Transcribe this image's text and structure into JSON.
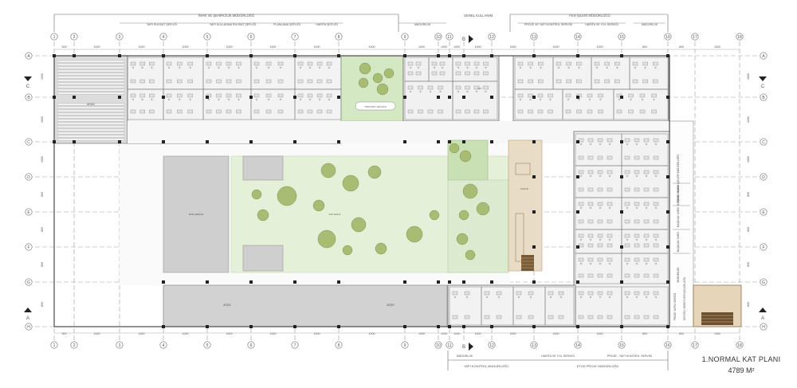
{
  "plan": {
    "title": "1.NORMAL KAT PLANI",
    "area": "4789 M²",
    "columns": [
      "1",
      "2",
      "3",
      "4",
      "5",
      "6",
      "7",
      "8",
      "9",
      "10",
      "11",
      "B",
      "12",
      "13",
      "14",
      "15",
      "16",
      "17",
      "18"
    ],
    "rows": [
      "A",
      "B",
      "C",
      "D",
      "E",
      "F",
      "G",
      "H"
    ],
    "section_markers": [
      "C",
      "C",
      "A",
      "A",
      "B",
      "B"
    ],
    "dims_top": [
      "500",
      "1000",
      "1000",
      "1000",
      "1000",
      "1000",
      "1000",
      "1000",
      "1000",
      "1000",
      "1000",
      "1000",
      "1000",
      "1000",
      "1000",
      "800",
      "800",
      "1000"
    ],
    "dims_left": [
      "1000",
      "1000",
      "1000",
      "800",
      "800",
      "800",
      "800",
      "1000"
    ],
    "top_groups": [
      {
        "label": "İMAR VE ŞEHİRCİLİK MÜDÜRLÜĞÜ"
      },
      {
        "label": "GENEL KULLANIM"
      },
      {
        "label": "FEN İŞLERİ MÜDÜRLÜĞÜ"
      }
    ],
    "top_subgroups": [
      {
        "label": "YAPI RUHSAT ŞEFLİĞİ"
      },
      {
        "label": "YAPI KULLANMA RUHSAT ŞEFLİĞİ"
      },
      {
        "label": "PLANLAMA ŞEFLİĞİ"
      },
      {
        "label": "HARİTA ŞEFLİĞİ"
      },
      {
        "label": "MÜDÜRLÜK"
      },
      {
        "label": "PROJE VE YAPI KONTROL SERVİSİ"
      },
      {
        "label": "HARİTA VE YOL SERVİSİ"
      },
      {
        "label": "MÜDÜRLÜK"
      }
    ],
    "bottom_subgroups": [
      {
        "label": "MÜDÜRLÜK"
      },
      {
        "label": "HARİTA VE YOL SERVİSİ"
      },
      {
        "label": "PROJE - YAPI KONTROL SERVİSİ"
      }
    ],
    "bottom_groups": [
      {
        "label": "YAPI KONTROL MÜDÜRLÜĞÜ"
      },
      {
        "label": "ETÜD PROJE MÜDÜRLÜĞÜ"
      }
    ],
    "side_labels": [
      "PARK VE BAHÇELER MÜDÜRLÜĞÜ",
      "BAŞKAN YARD.",
      "BAŞKAN YARD.",
      "BAŞKAN YARD.",
      "MÜDÜRLÜK",
      "DESTEK HİZMETLERİ MÜDÜRLÜĞÜ",
      "PROJE YAPIM SERVİSİ"
    ],
    "room_labels": {
      "arsiv": "ARŞİV",
      "bos_mekan": "BOŞ MEKAN",
      "toplanti": "TOPLANTI SALONU",
      "wc": "WC",
      "fuaye": "FUAYE",
      "kat_holu": "KAT HOLÜ"
    }
  }
}
